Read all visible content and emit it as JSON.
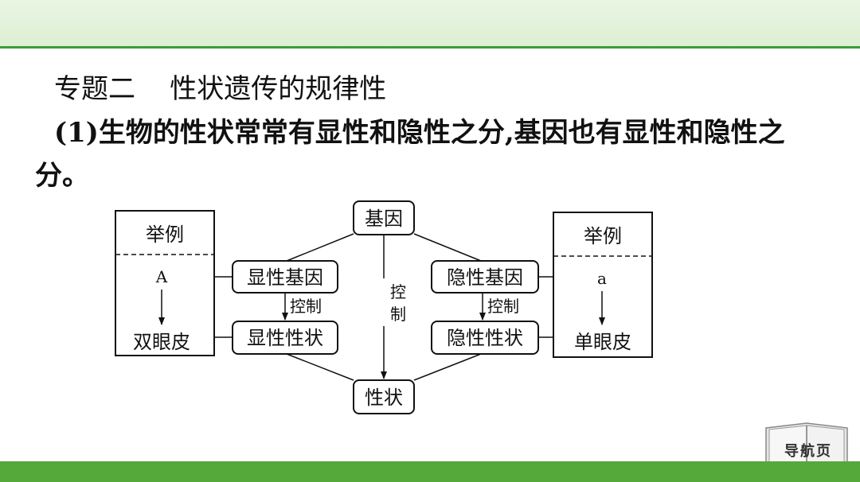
{
  "header": {
    "topic_title": "专题二    性状遗传的规律性"
  },
  "paragraph": {
    "number": "(1)",
    "text": "生物的性状常常有显性和隐性之分,基因也有显性和隐性之分。"
  },
  "diagram": {
    "gene": "基因",
    "trait": "性状",
    "dominant_gene": "显性基因",
    "recessive_gene": "隐性基因",
    "dominant_trait": "显性性状",
    "recessive_trait": "隐性性状",
    "control": "控制",
    "control_vertical_1": "控",
    "control_vertical_2": "制",
    "left_example": {
      "title": "举例",
      "gene": "A",
      "trait": "双眼皮"
    },
    "right_example": {
      "title": "举例",
      "gene": "a",
      "trait": "单眼皮"
    }
  },
  "navigation": {
    "label": "导航页"
  }
}
